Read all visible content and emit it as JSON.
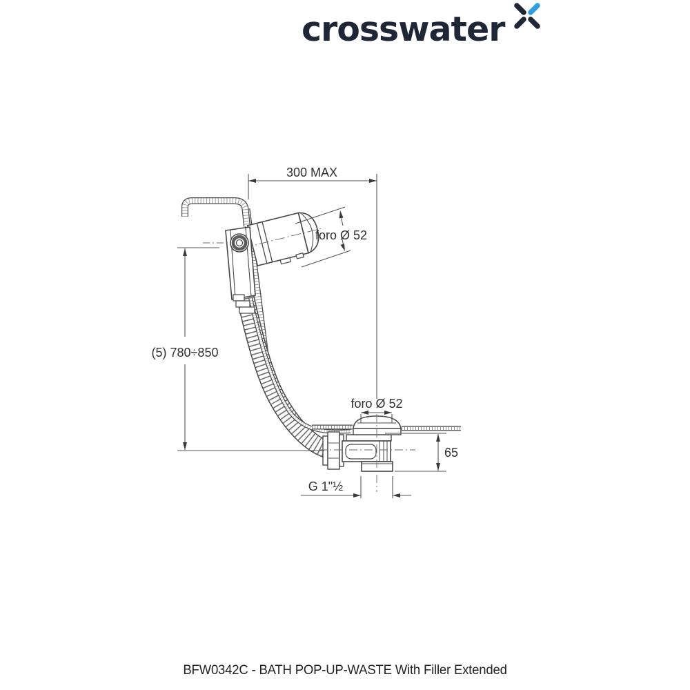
{
  "brand": {
    "wordmark": "crosswater",
    "x_mark": {
      "dark": "#1f2737",
      "blue": "#2d9fe0"
    }
  },
  "drawing": {
    "dimensions": {
      "top_width": "300 MAX",
      "filler_hole": "foro Ø 52",
      "hose_height_range": "(5) 780÷850",
      "waste_hole": "foro Ø 52",
      "waste_depth": "65",
      "outlet_thread": "G 1\"½"
    }
  },
  "caption": "BFW0342C - BATH POP-UP-WASTE With Filler Extended",
  "colors": {
    "line": "#474747",
    "dim_line": "#555555",
    "text": "#303030"
  }
}
